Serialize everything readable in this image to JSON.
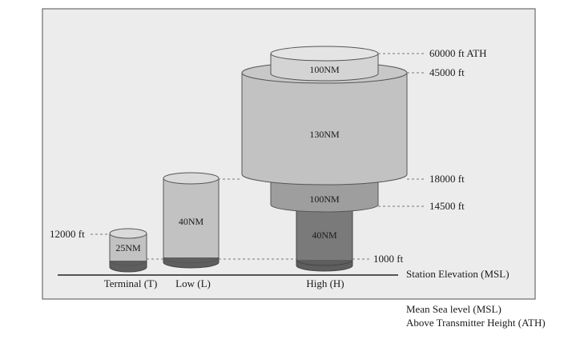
{
  "diagram": {
    "ground_label": "Station Elevation (MSL)",
    "altitude_labels": {
      "ath_60000": "60000 ft ATH",
      "ft_45000": "45000 ft",
      "ft_18000": "18000 ft",
      "ft_14500": "14500 ft",
      "ft_12000": "12000 ft",
      "ft_1000": "1000 ft"
    },
    "terminal": {
      "label": "Terminal (T)",
      "range": "25NM"
    },
    "low": {
      "label": "Low (L)",
      "range": "40NM"
    },
    "high": {
      "label": "High (H)",
      "top_range": "100NM",
      "main_range": "130NM",
      "mid_range": "100NM",
      "bottom_range": "40NM"
    },
    "colors": {
      "panel": "#ececec",
      "light_cylinder": "#c2c2c2",
      "cap": "#dadada",
      "mid_band": "#9e9e9e",
      "dark_band": "#7a7a7a",
      "base_shadow": "#5e5e5e"
    }
  },
  "legend": {
    "msl": "Mean Sea level (MSL)",
    "ath": "Above Transmitter Height (ATH)"
  }
}
